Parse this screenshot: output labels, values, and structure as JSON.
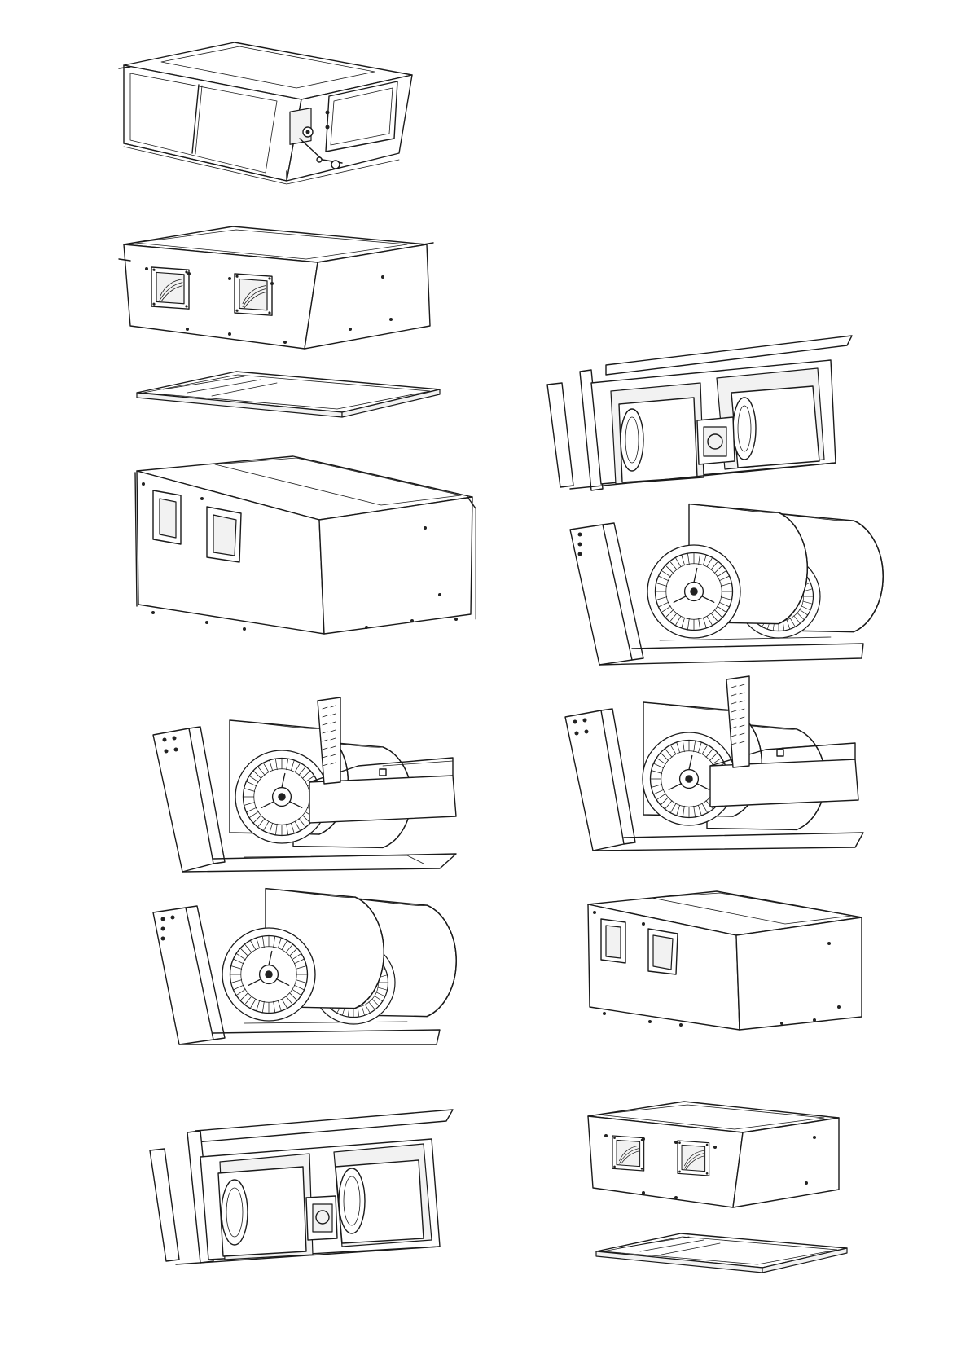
{
  "document": {
    "type": "assembly-illustration-sheet",
    "text_labels": []
  },
  "colors": {
    "line": "#1a1a1a",
    "background": "#ffffff",
    "shade": "#f2f2f2"
  },
  "figures": [
    {
      "id": "fig-1",
      "subject": "closed-duct-unit-side-view"
    },
    {
      "id": "fig-2",
      "subject": "unit-with-bottom-panel-removed"
    },
    {
      "id": "fig-3",
      "subject": "unit-rotated-outlets-view"
    },
    {
      "id": "fig-4",
      "subject": "blower-with-coil-bracket-left"
    },
    {
      "id": "fig-5",
      "subject": "twin-blowers-exposed-left"
    },
    {
      "id": "fig-6",
      "subject": "blower-assembly-underside-left"
    },
    {
      "id": "fig-7",
      "subject": "blower-assembly-underside-right"
    },
    {
      "id": "fig-8",
      "subject": "twin-blowers-exposed-right"
    },
    {
      "id": "fig-9",
      "subject": "blower-with-coil-bracket-right"
    },
    {
      "id": "fig-10",
      "subject": "unit-rotated-outlets-view-small"
    },
    {
      "id": "fig-11",
      "subject": "unit-with-bottom-panel-removed-small"
    }
  ]
}
